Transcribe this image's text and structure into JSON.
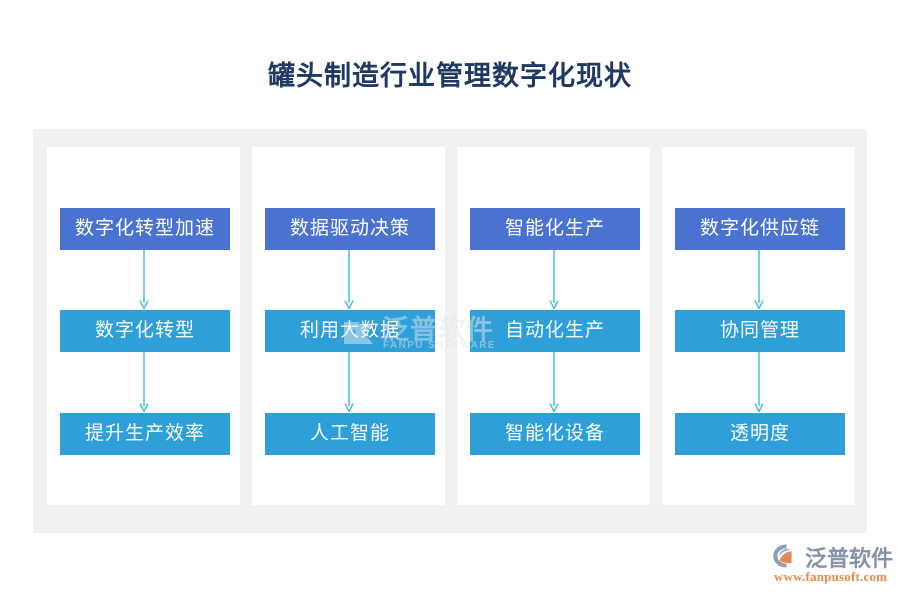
{
  "page": {
    "title": "罐头制造行业管理数字化现状",
    "background_color": "#ffffff",
    "board_color": "#f1f1f1",
    "column_color": "#ffffff"
  },
  "colors": {
    "title_text": "#1f3864",
    "node_level0": "#4a72cf",
    "node_level1": "#2e9fd8",
    "node_level2": "#2e9fd8",
    "node_text": "#ffffff",
    "arrow": "#2bb8c8",
    "watermark_text": "#e4e6e8",
    "brand_cn_text": "#8592a8",
    "brand_url_text": "#e98a4e",
    "brand_mark_blue": "#8f9fbb",
    "brand_mark_orange": "#e08a56"
  },
  "flow": {
    "columns": [
      {
        "id": "column-1",
        "nodes": [
          {
            "label": "数字化转型加速",
            "level": 0
          },
          {
            "label": "数字化转型",
            "level": 1
          },
          {
            "label": "提升生产效率",
            "level": 2
          }
        ]
      },
      {
        "id": "column-2",
        "nodes": [
          {
            "label": "数据驱动决策",
            "level": 0
          },
          {
            "label": "利用大数据",
            "level": 1
          },
          {
            "label": "人工智能",
            "level": 2
          }
        ]
      },
      {
        "id": "column-3",
        "nodes": [
          {
            "label": "智能化生产",
            "level": 0
          },
          {
            "label": "自动化生产",
            "level": 1
          },
          {
            "label": "智能化设备",
            "level": 2
          }
        ]
      },
      {
        "id": "column-4",
        "nodes": [
          {
            "label": "数字化供应链",
            "level": 0
          },
          {
            "label": "协同管理",
            "level": 1
          },
          {
            "label": "透明度",
            "level": 2
          }
        ]
      }
    ]
  },
  "watermark": {
    "cn": "泛普软件",
    "en": "FANPU SOFTWARE"
  },
  "brand": {
    "cn": "泛普软件",
    "url": "www.fanpusoft.com"
  }
}
